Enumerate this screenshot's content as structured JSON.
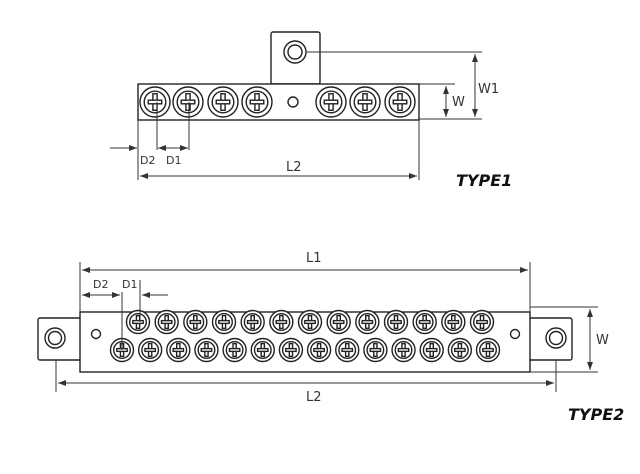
{
  "type1": {
    "title": "TYPE1",
    "labels": {
      "w": "W",
      "w1": "W1",
      "l2": "L2",
      "d1": "D1",
      "d2": "D2"
    },
    "screw_count": 7
  },
  "type2": {
    "title": "TYPE2",
    "labels": {
      "w": "W",
      "l1": "L1",
      "l2": "L2",
      "d1": "D1",
      "d2": "D2"
    },
    "top_row_screws": 13,
    "bottom_row_screws": 14
  }
}
